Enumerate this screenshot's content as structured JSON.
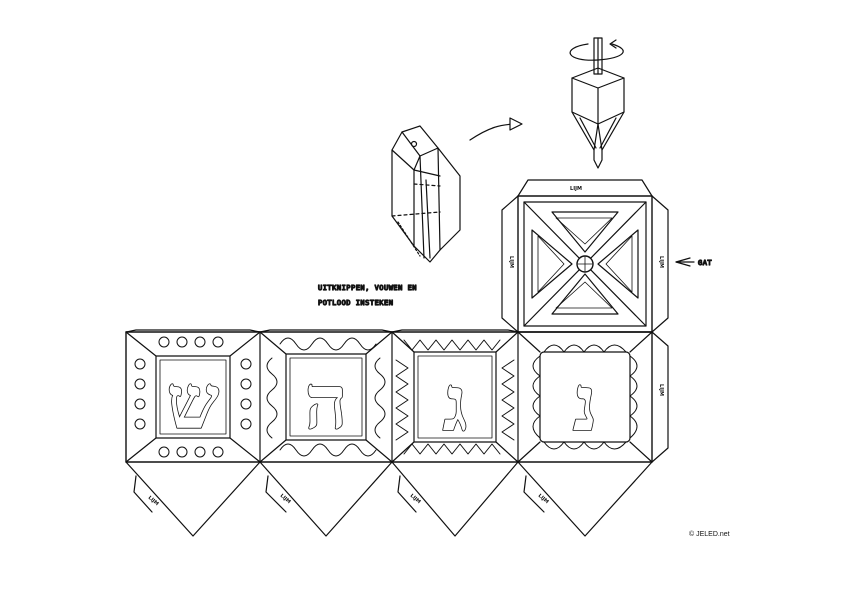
{
  "instructions": {
    "line1": "UITKNIPPEN, VOUWEN EN",
    "line2": "POTLOOD INSTEKEN"
  },
  "hole_label": "GAT",
  "glue_tab_label": "LIJM",
  "letters": {
    "shin": "ש",
    "he": "ה",
    "gimel": "ג",
    "nun": "נ"
  },
  "copyright": "© JELED.net",
  "colors": {
    "ink": "#111111",
    "paper": "#ffffff"
  }
}
